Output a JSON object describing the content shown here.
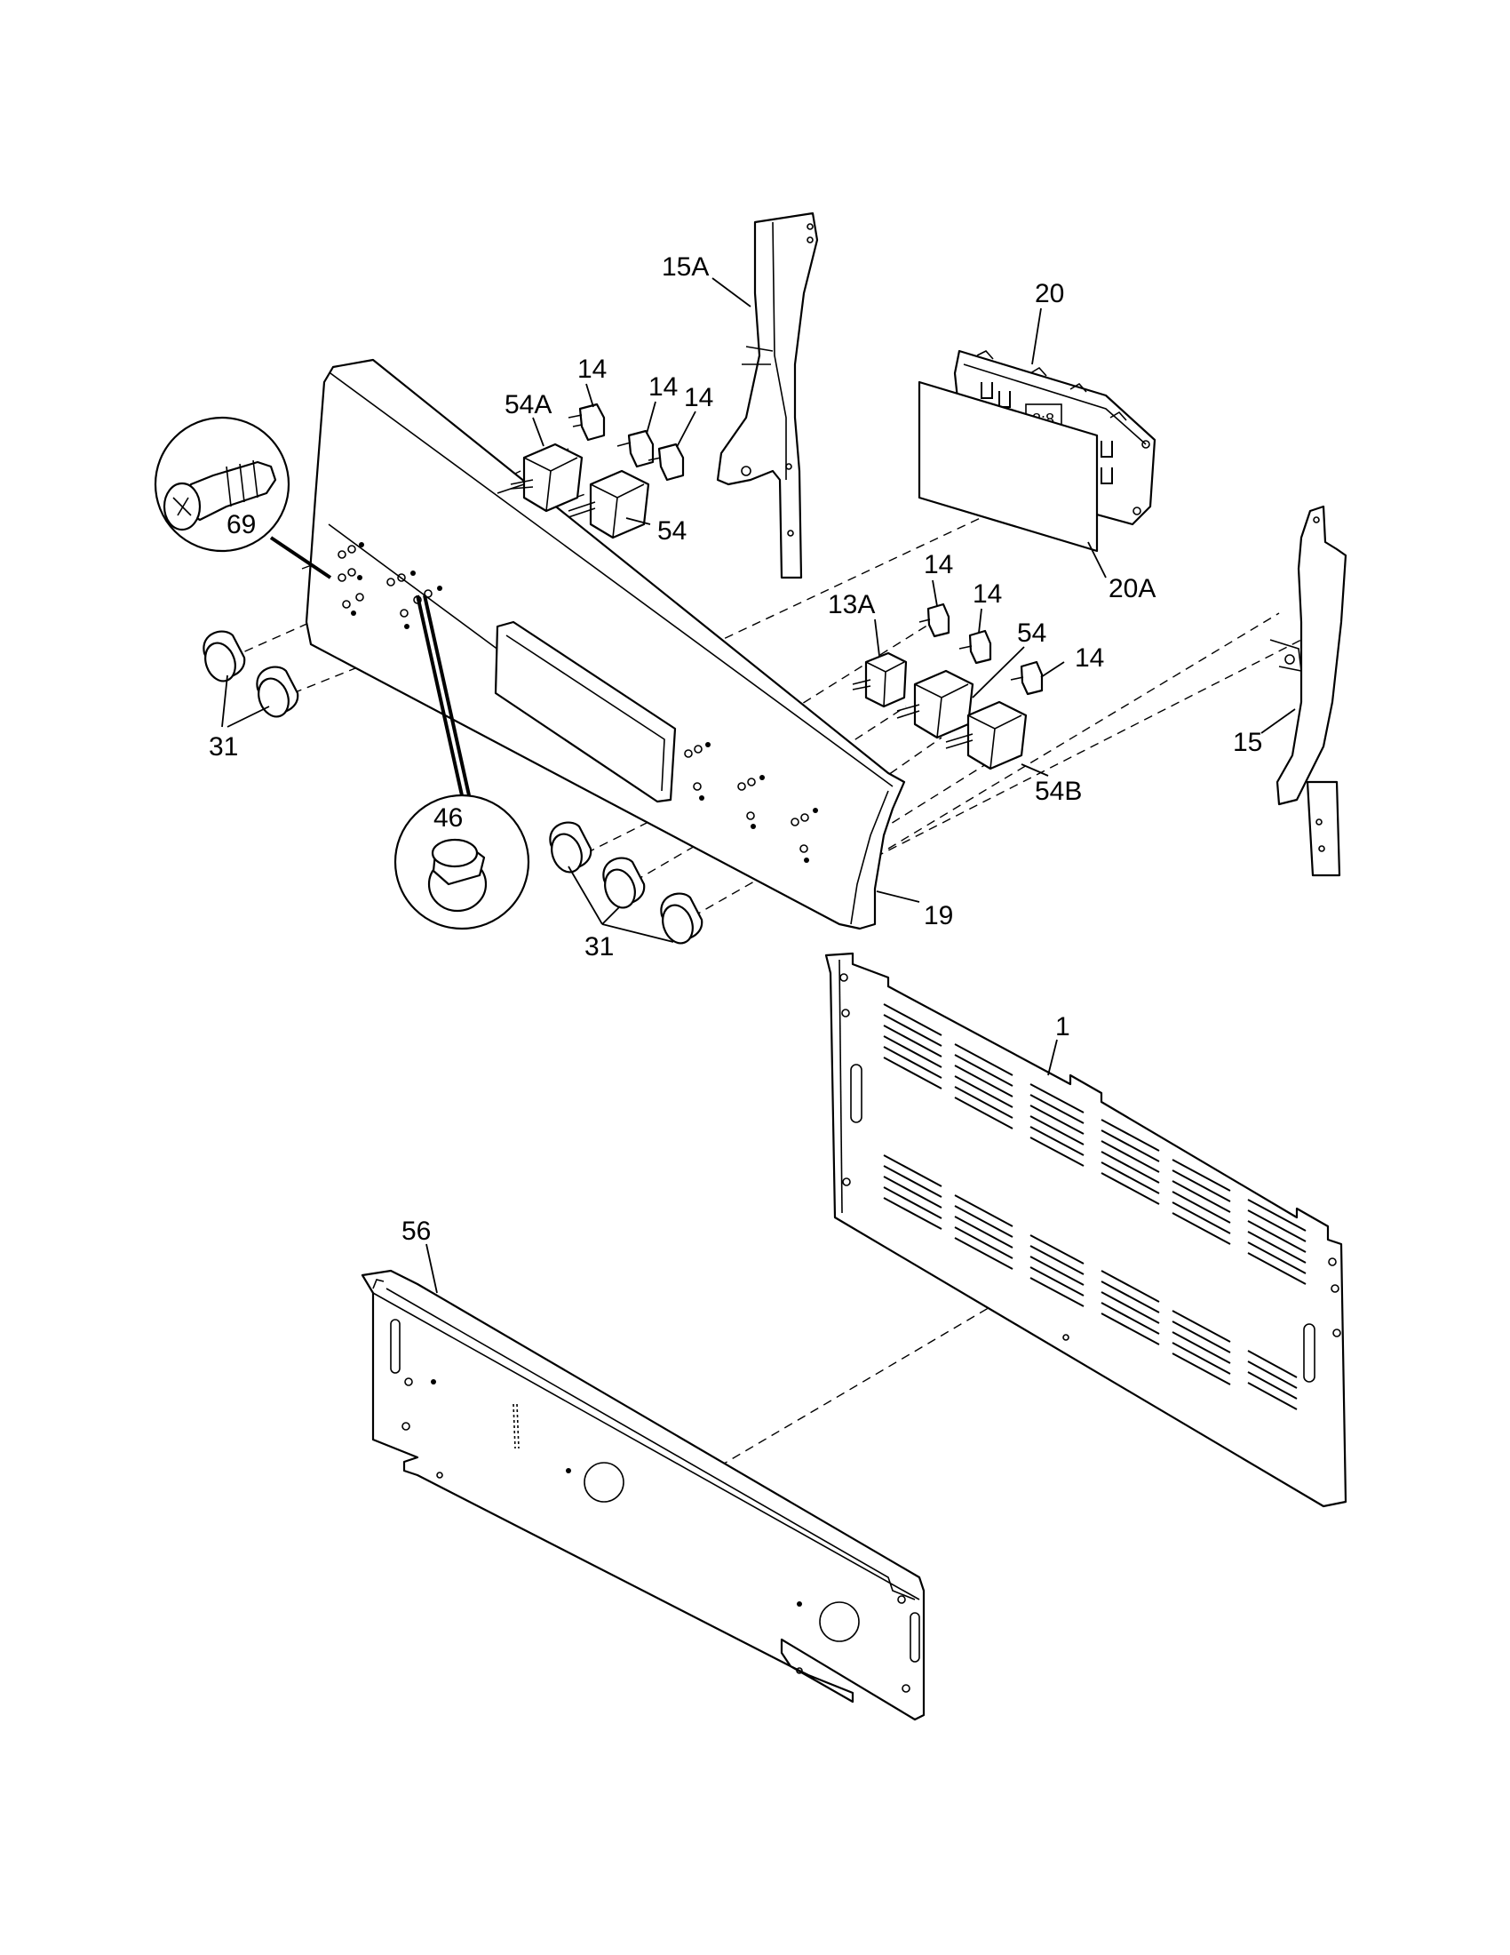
{
  "labels": {
    "p15A": "15A",
    "p20": "20",
    "p14a": "14",
    "p14b": "14",
    "p14c": "14",
    "p54A": "54A",
    "p54": "54",
    "p69": "69",
    "p20A": "20A",
    "p14d": "14",
    "p13A": "13A",
    "p14e": "14",
    "p54b": "54",
    "p14f": "14",
    "p31a": "31",
    "p15": "15",
    "p54B": "54B",
    "p46": "46",
    "p19": "19",
    "p31b": "31",
    "p1": "1",
    "p56": "56"
  }
}
